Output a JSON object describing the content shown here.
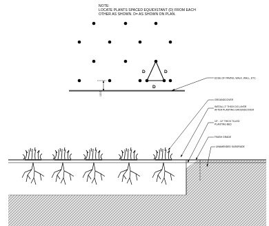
{
  "note": {
    "heading": "NOTE:",
    "line1": "LOCATE PLANTS SPACED EQUIDISTANT (D) FROM EACH",
    "line2": "OTHER AS SHOWN. D= AS SHOWN ON PLAN."
  },
  "spacing_symbol": "D",
  "offset_label": "1/2 D",
  "callouts": {
    "edge": "EDGE OF PAVING, WALK, WALL, ETC.",
    "groundcover": "GROUNDCOVER",
    "mulch_line1": "INSTALL 2\" THICK DG LAYER",
    "mulch_line2": "AFTER PLANTING GROUNDCOVER",
    "tilled_line1": "10\" - 12\" THICK TILLED",
    "tilled_line2": "PLANTING BED",
    "finish_grade": "FINISH GRADE",
    "subgrade": "UNAMENDED SUBGRADE"
  },
  "colors": {
    "line": "#000000",
    "hatch": "#8a8a8a",
    "hatch_bg": "#e6e6e6"
  }
}
